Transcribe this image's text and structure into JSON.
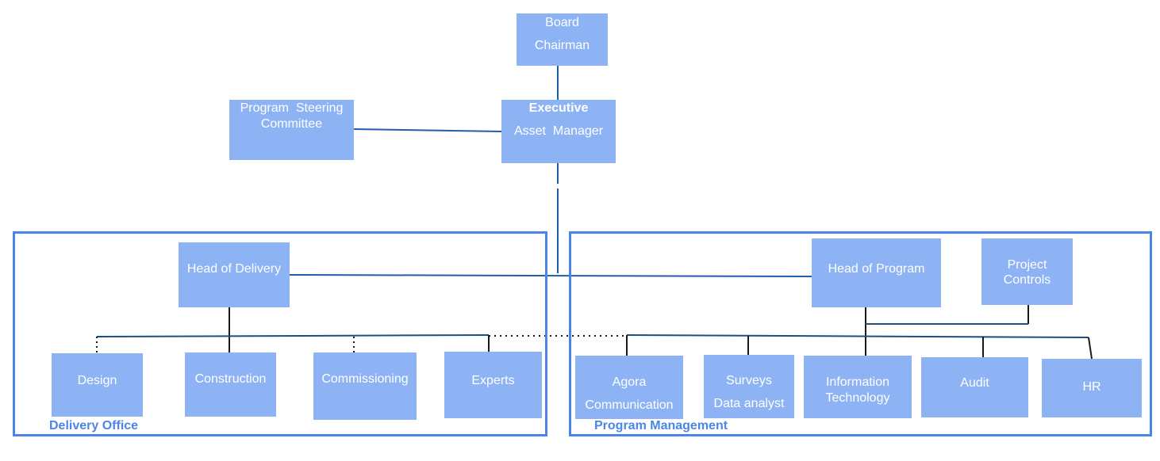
{
  "nodes": {
    "board": {
      "line1": "Board",
      "line2": "Chairman"
    },
    "steering": {
      "line1": "Program  Steering",
      "line2": "Committee"
    },
    "executive": {
      "line1": "Executive",
      "line2": "Asset  Manager"
    },
    "head_delivery": {
      "label": "Head of Delivery"
    },
    "head_program": {
      "label": "Head of Program"
    },
    "project_controls": {
      "line1": "Project",
      "line2": "Controls"
    },
    "design": {
      "label": "Design"
    },
    "construction": {
      "label": "Construction"
    },
    "commissioning": {
      "label": "Commissioning"
    },
    "experts": {
      "label": "Experts"
    },
    "agora": {
      "line1": "Agora",
      "line2": "Communication"
    },
    "surveys": {
      "line1": "Surveys",
      "line2": "Data analyst"
    },
    "it": {
      "line1": "Information",
      "line2": "Technology"
    },
    "audit": {
      "label": "Audit"
    },
    "hr": {
      "label": "HR"
    }
  },
  "groups": {
    "delivery_office": "Delivery Office",
    "program_management": "Program Management"
  },
  "colors": {
    "box_fill": "#8db3f5",
    "box_text": "#ffffff",
    "panel_border": "#4a86e8",
    "label_text": "#4a86e8",
    "top_connector": "#1f5fa8",
    "lower_connector": "#1a1a1a"
  }
}
